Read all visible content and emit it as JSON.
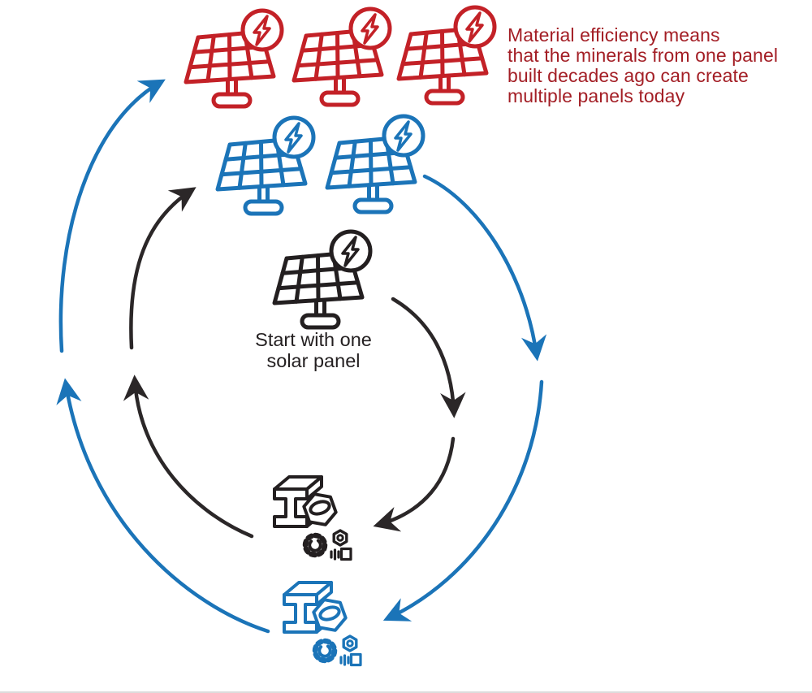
{
  "colors": {
    "red": "#c32127",
    "red_text": "#a31e25",
    "blue": "#1b74b8",
    "ink": "#2b2728",
    "panel_black": "#231f20"
  },
  "annotation": {
    "lines": [
      "Material efficiency means",
      "that the minerals from one panel",
      "built decades ago can create",
      "multiple panels today"
    ]
  },
  "center_caption": {
    "lines": [
      "Start with one",
      "solar panel"
    ]
  },
  "stages": {
    "start": {
      "icon": "solar-panel-with-lightning",
      "count": 1,
      "color": "panel_black"
    },
    "materials_first_cycle": {
      "icon": "raw-materials",
      "color": "ink"
    },
    "second_generation_panels": {
      "icon": "solar-panel-with-lightning",
      "count": 2,
      "color": "blue"
    },
    "materials_second_cycle": {
      "icon": "raw-materials",
      "color": "blue"
    },
    "third_generation_panels": {
      "icon": "solar-panel-with-lightning",
      "count": 3,
      "color": "red"
    }
  }
}
